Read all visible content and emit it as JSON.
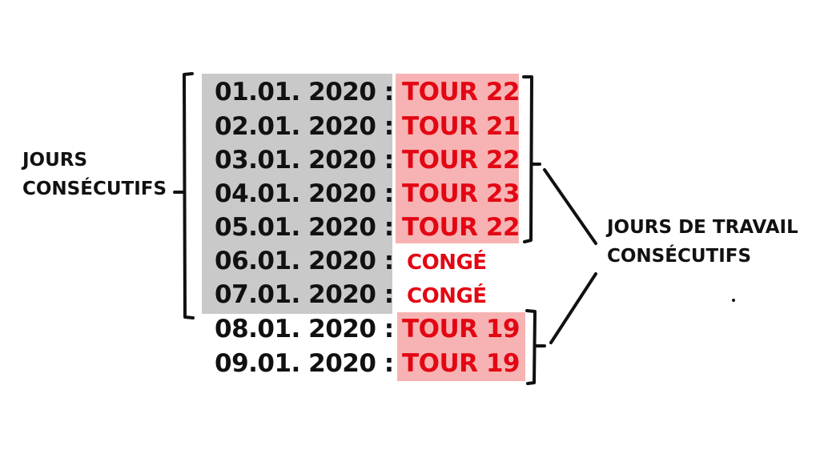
{
  "left_label": {
    "line1": "JOURS",
    "line2": "CONSÉCUTIFS"
  },
  "right_label": {
    "line1": "JOURS DE TRAVAIL",
    "line2": "CONSÉCUTIFS"
  },
  "rows": [
    {
      "date": "01.01. 2020 :",
      "shift": "TOUR 22",
      "highlight": "work"
    },
    {
      "date": "02.01. 2020 :",
      "shift": "TOUR 21",
      "highlight": "work"
    },
    {
      "date": "03.01. 2020 :",
      "shift": "TOUR 22",
      "highlight": "work"
    },
    {
      "date": "04.01. 2020 :",
      "shift": "TOUR 23",
      "highlight": "work"
    },
    {
      "date": "05.01. 2020 :",
      "shift": "TOUR 22",
      "highlight": "work"
    },
    {
      "date": "06.01. 2020 :",
      "shift": "CONGÉ",
      "highlight": "none"
    },
    {
      "date": "07.01. 2020 :",
      "shift": "CONGÉ",
      "highlight": "none"
    },
    {
      "date": "08.01. 2020 :",
      "shift": "TOUR 19",
      "highlight": "work"
    },
    {
      "date": "09.01. 2020 :",
      "shift": "TOUR 19",
      "highlight": "work"
    }
  ],
  "colors": {
    "ink": "#111111",
    "shift_text": "#e30613",
    "consecutive_days_fill": "#c9c9c9",
    "work_days_fill": "#f7b3b3"
  }
}
